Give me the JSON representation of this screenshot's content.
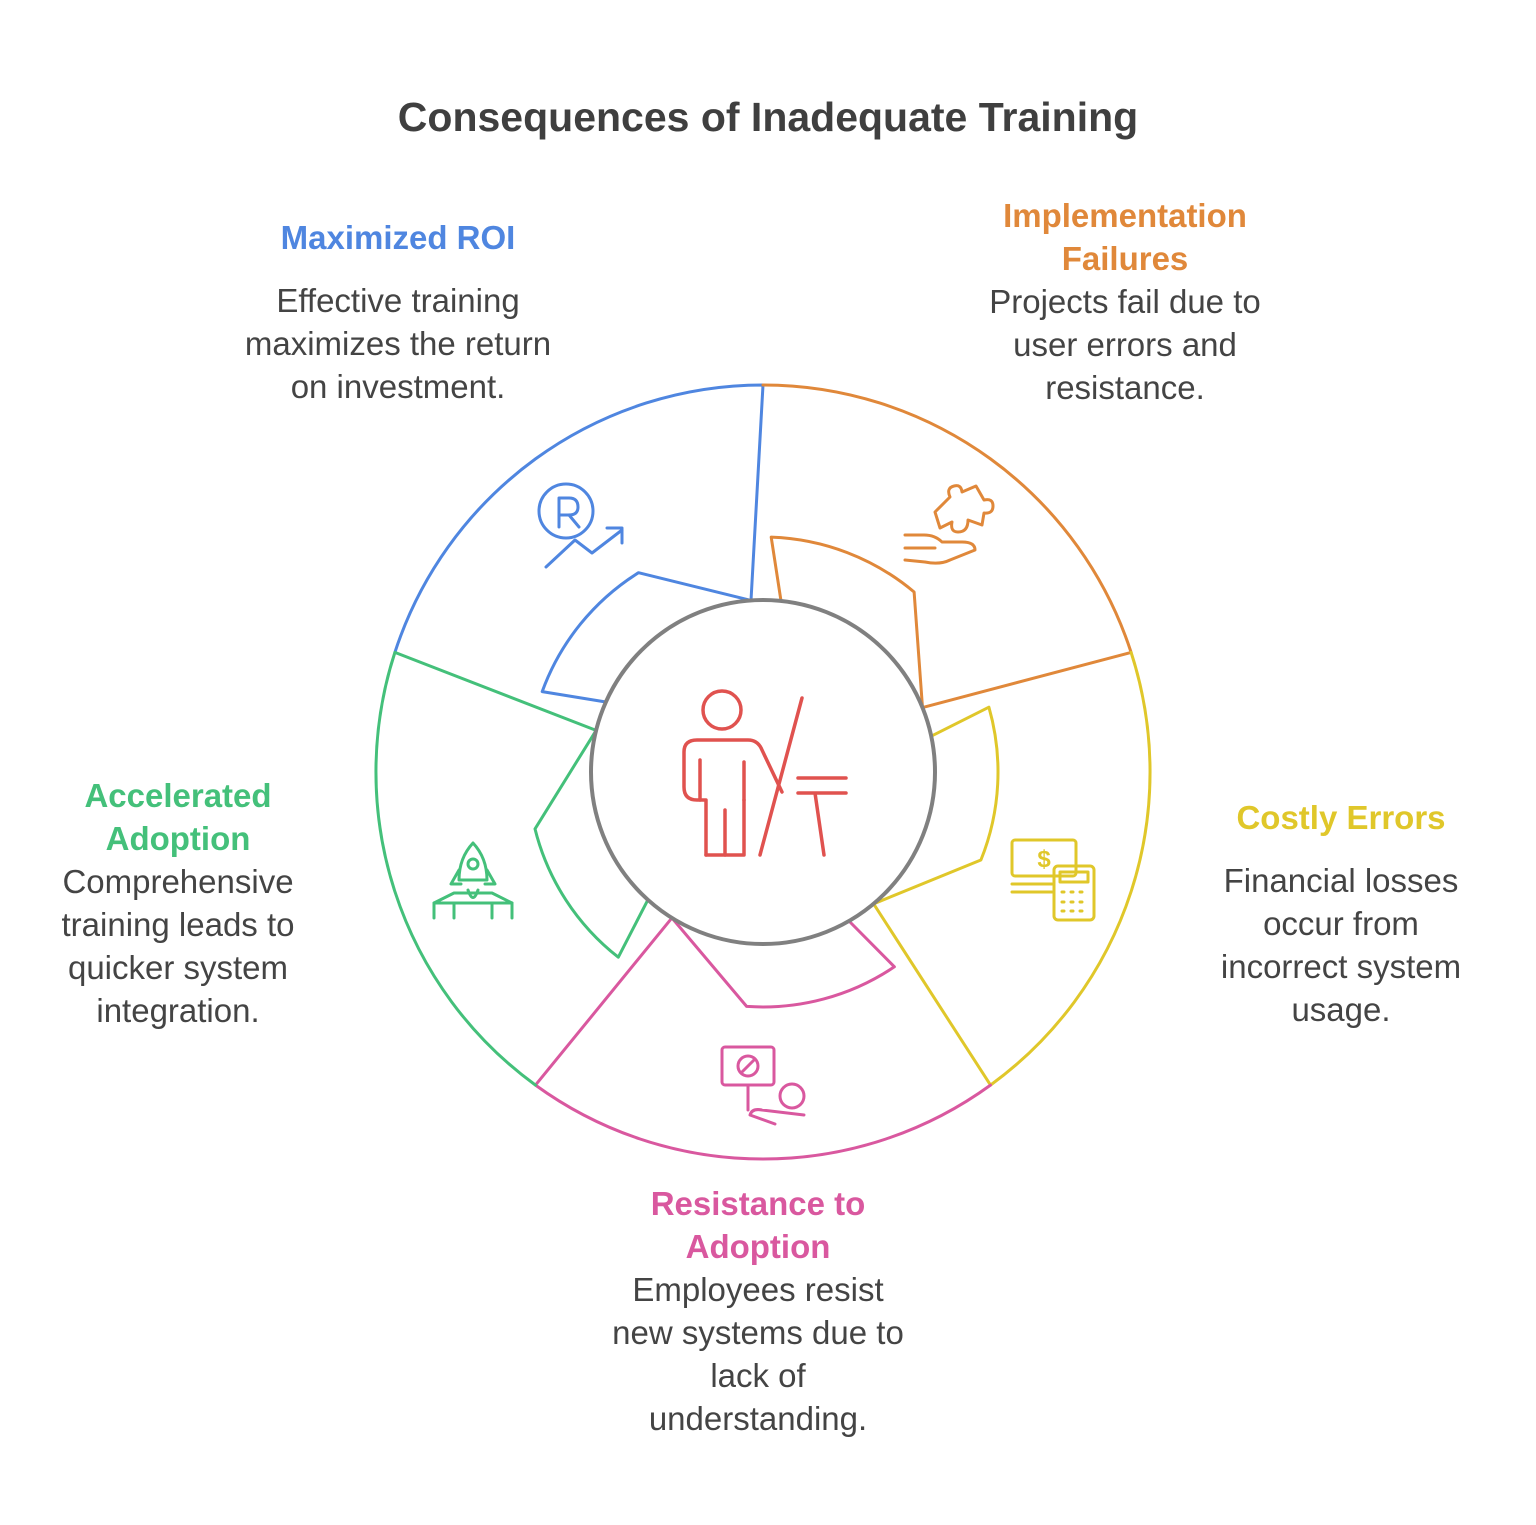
{
  "title": "Consequences of Inadequate Training",
  "colors": {
    "blue": "#4f86e0",
    "orange": "#e0883a",
    "yellow": "#e0c72a",
    "pink": "#d9589f",
    "green": "#44c07a",
    "gray": "#808080",
    "red": "#e0524f"
  },
  "segments": [
    {
      "key": "roi",
      "title": "Maximized ROI",
      "description": "Effective training maximizes the return on investment.",
      "color": "#4f86e0",
      "icon": "rupee-growth-icon"
    },
    {
      "key": "implementation",
      "title": "Implementation Failures",
      "description": "Projects fail due to user errors and resistance.",
      "color": "#e0883a",
      "icon": "puzzle-hand-icon"
    },
    {
      "key": "errors",
      "title": "Costly Errors",
      "description": "Financial losses occur from incorrect system usage.",
      "color": "#e0c72a",
      "icon": "money-calculator-icon"
    },
    {
      "key": "resistance",
      "title": "Resistance to Adoption",
      "description": "Employees resist new systems due to lack of understanding.",
      "color": "#d9589f",
      "icon": "blocked-sign-person-icon"
    },
    {
      "key": "adoption",
      "title": "Accelerated Adoption",
      "description": "Comprehensive training leads to quicker system integration.",
      "color": "#44c07a",
      "icon": "rocket-launch-icon"
    }
  ],
  "center_icon": "trainer-icon"
}
